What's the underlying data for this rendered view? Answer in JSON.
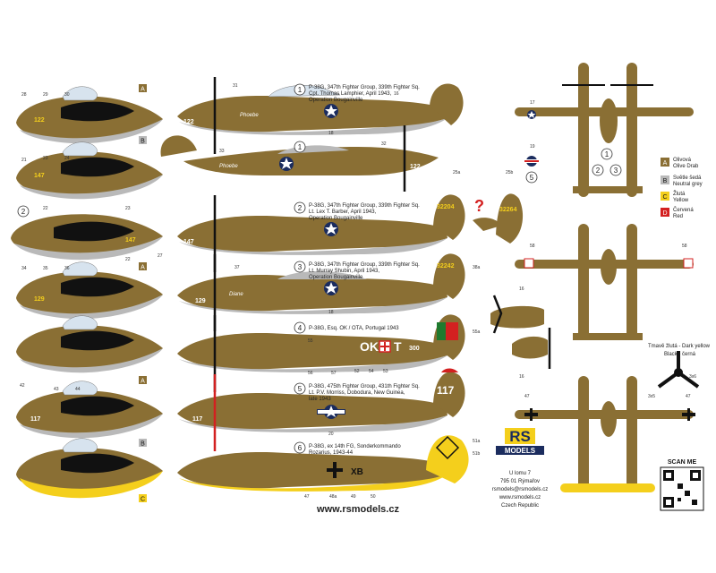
{
  "colors": {
    "olive": "#8a6f34",
    "olive_dark": "#6e5626",
    "grey": "#b9b9b9",
    "yellow": "#f4cf1c",
    "red": "#d32020",
    "black": "#111111"
  },
  "schemes": [
    {
      "num": "1",
      "lines": [
        "P-38G, 347th Fighter Group, 339th Fighter Sq.",
        "Cpt. Thomas Lamphier, April 1943,",
        "Operation Bougainville"
      ]
    },
    {
      "num": "2",
      "lines": [
        "P-38G, 347th Fighter Group, 339th Fighter Sq.",
        "Lt. Lex T. Barber, April 1943,",
        "Operation Bougainville"
      ]
    },
    {
      "num": "3",
      "lines": [
        "P-38G, 347th Fighter Group, 339th Fighter Sq.",
        "Lt. Murray Shubin, April 1943,",
        "Operation Bougainville"
      ]
    },
    {
      "num": "4",
      "lines": [
        "P-38G, Esq. OK / OTA, Portugal 1943"
      ]
    },
    {
      "num": "5",
      "lines": [
        "P-38G, 475th Fighter Group, 431th Fighter Sq.",
        "Lt. P.V. Morriss, Dobodura, New Guinea,",
        "late 1943"
      ]
    },
    {
      "num": "6",
      "lines": [
        "P-38G, ex 14th FG, Sonderkommando",
        "Rozarius, 1943-44"
      ]
    }
  ],
  "plane_markings": {
    "p1_nose": "122",
    "p1_name": "Phoebe",
    "p1_tail": "122",
    "p1b_name": "Phoebe",
    "p1b_tail": "122",
    "p2_nose": "147",
    "p2b_nose": "147",
    "p2_tail": "32204",
    "p2_tail2": "32264",
    "p2_side": "147",
    "p3_nose": "129",
    "p3_name": "Diane",
    "p3_tail": "32242",
    "p3_side": "129",
    "p4_code": "OK",
    "p4_t": "T",
    "p4_num": "300",
    "p5_nose": "117",
    "p5_tail": "117",
    "p5_side": "117",
    "p6_code": "XB"
  },
  "part_numbers": {
    "p1": [
      "28",
      "29",
      "30",
      "31",
      "16",
      "18"
    ],
    "p2": [
      "21",
      "23",
      "24",
      "22",
      "33",
      "32",
      "25a",
      "25b",
      "19"
    ],
    "p2b": [
      "22",
      "23",
      "22",
      "27"
    ],
    "p3": [
      "34",
      "35",
      "36",
      "37",
      "38a",
      "18"
    ],
    "p4": [
      "55",
      "56",
      "57",
      "52",
      "54",
      "53",
      "55a",
      "58",
      "58"
    ],
    "p5": [
      "42",
      "43",
      "44",
      "20",
      "16",
      "16"
    ],
    "p6": [
      "47",
      "48a",
      "49",
      "50",
      "51a",
      "51b",
      "47",
      "47",
      "17"
    ]
  },
  "paint_legend": [
    {
      "code": "A",
      "color": "#8a6f34",
      "line1": "Olivová",
      "line2": "Olive Drab"
    },
    {
      "code": "B",
      "color": "#b9b9b9",
      "line1": "Světle šedá",
      "line2": "Neutral grey"
    },
    {
      "code": "C",
      "color": "#f4cf1c",
      "line1": "Žlutá",
      "line2": "Yellow"
    },
    {
      "code": "D",
      "color": "#d32020",
      "line1": "Červená",
      "line2": "Red"
    }
  ],
  "topview_circles": [
    "1",
    "2",
    "3",
    "5"
  ],
  "question_mark": "?",
  "propeller": {
    "label1": "Tmavě žlutá - Dark yellow",
    "label2": "Black - černá",
    "left": "3x5",
    "right": "3x6"
  },
  "logo": {
    "line1": "RS",
    "line2": "MODELS"
  },
  "address": [
    "U lomu 7",
    "795 01 Rýmařov",
    "rsmodels@rsmodels.cz",
    "www.rsmodels.cz",
    "Czech Republic"
  ],
  "scan_me": "SCAN ME",
  "website": "www.rsmodels.cz",
  "letters_a": "A",
  "letters_b": "B",
  "letters_c": "C"
}
